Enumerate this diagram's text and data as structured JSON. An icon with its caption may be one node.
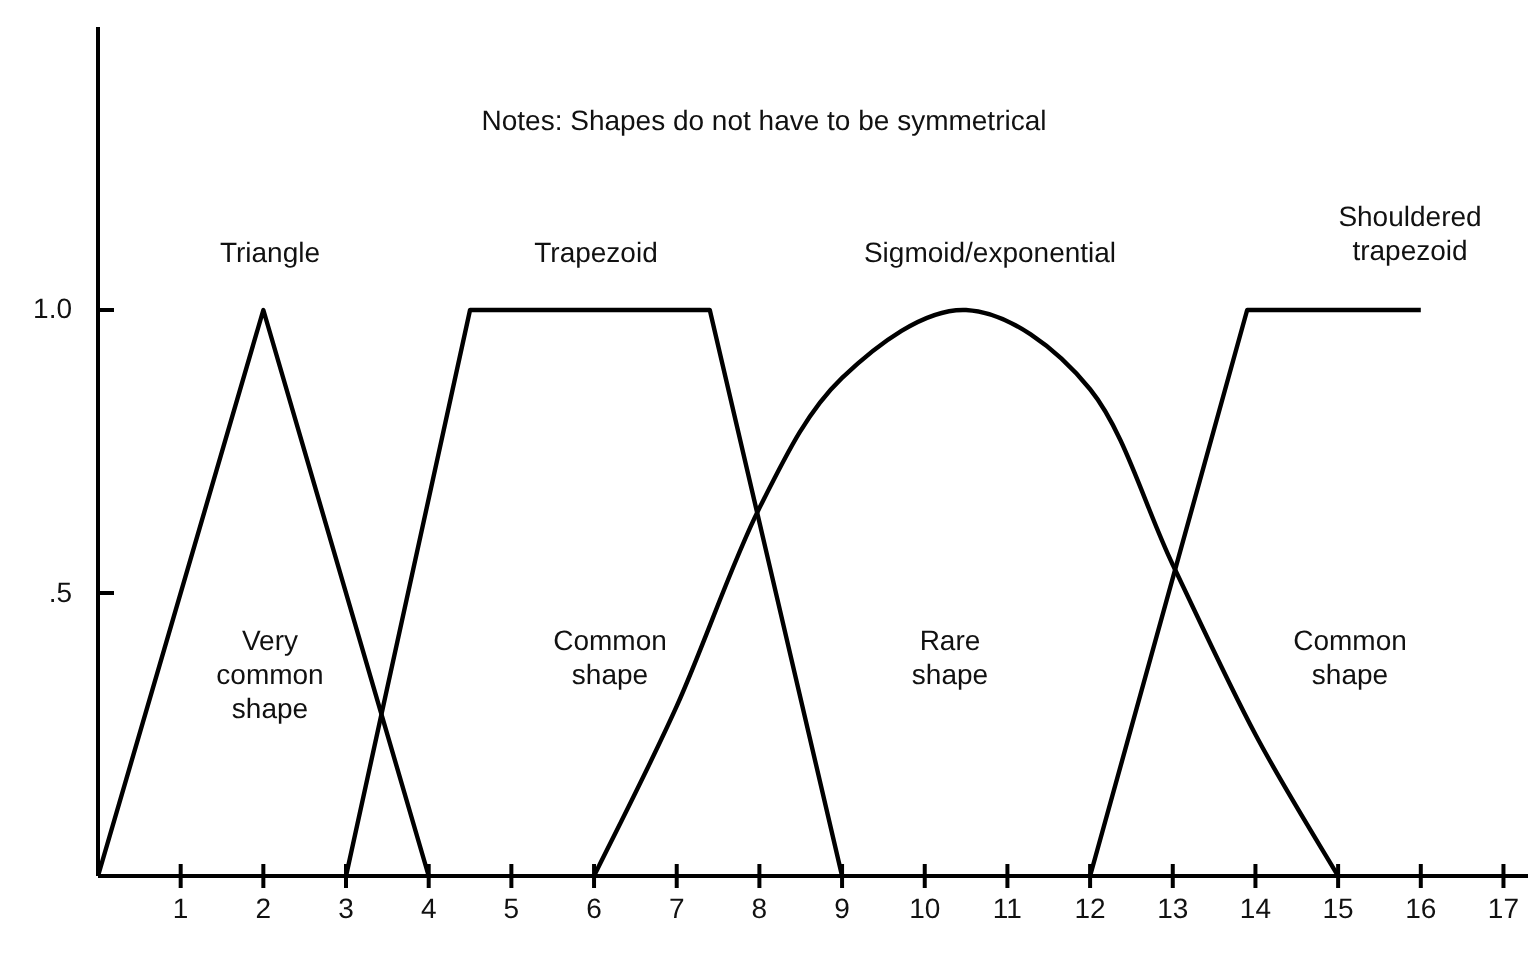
{
  "diagram": {
    "labels": [
      "Notes: Shapes do not have to be symmetrical",
      "Very common shape",
      "Common shape",
      "Rare shape",
      "Common shape"
    ],
    "chart_data": {
      "type": "line",
      "x": [
        0,
        2,
        3,
        4,
        4.5,
        6,
        7,
        7.4,
        8,
        9,
        10.5,
        12,
        13,
        13.9,
        14,
        15,
        16
      ],
      "series": [
        {
          "name": "Triangle",
          "color": "#000000",
          "values": [
            0,
            1,
            null,
            0,
            null,
            null,
            null,
            null,
            null,
            null,
            null,
            null,
            null,
            null,
            null,
            null,
            null
          ]
        },
        {
          "name": "Trapezoid",
          "color": "#000000",
          "values": [
            null,
            null,
            0,
            null,
            1,
            null,
            null,
            1,
            null,
            0,
            null,
            null,
            null,
            null,
            null,
            null,
            null
          ]
        },
        {
          "name": "Sigmoid/exponential",
          "color": "#000000",
          "values": [
            null,
            null,
            null,
            null,
            null,
            0,
            0.3,
            null,
            0.65,
            0.88,
            1,
            0.86,
            0.55,
            null,
            0.25,
            0,
            null
          ]
        },
        {
          "name": "Shouldered trapezoid",
          "color": "#000000",
          "values": [
            null,
            null,
            null,
            null,
            null,
            null,
            null,
            null,
            null,
            null,
            null,
            0,
            null,
            1,
            null,
            null,
            1
          ]
        }
      ],
      "xlim": [
        0,
        17.2
      ],
      "ylim": [
        0,
        1.5
      ],
      "xticks": [
        1,
        2,
        3,
        4,
        5,
        6,
        7,
        8,
        9,
        10,
        11,
        12,
        13,
        14,
        15,
        16,
        17
      ],
      "yticks": [
        {
          "value": 0.5,
          "label": ".5"
        },
        {
          "value": 1,
          "label": "1.0"
        }
      ]
    }
  }
}
